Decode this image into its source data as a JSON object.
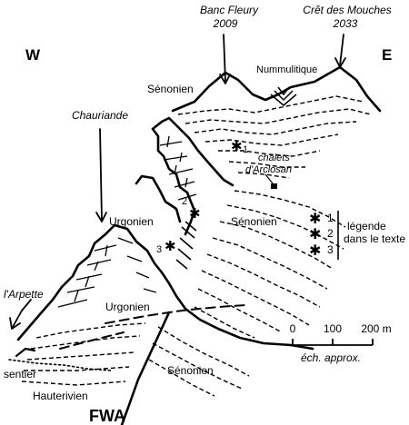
{
  "orientation": {
    "west": "W",
    "east": "E"
  },
  "peaks": [
    {
      "name": "Banc Fleury",
      "elevation": "2009"
    },
    {
      "name": "Crêt des Mouches",
      "elevation": "2033"
    }
  ],
  "units": {
    "senonien_top": "Sénonien",
    "nummulitique": "Nummulitique",
    "urgonien_upper": "Urgonien",
    "senonien_mid": "Sénonien",
    "urgonien_lower": "Urgonien",
    "senonien_bottom": "Sénonien",
    "hauterivien": "Hauterivien"
  },
  "places": {
    "chauriande": "Chauriande",
    "chalets_line1": "chalets",
    "chalets_line2": "d'Arclosan",
    "arpette": "l'Arpette",
    "sentier": "sentier",
    "fault": "FWA"
  },
  "markers": [
    "1",
    "2",
    "3"
  ],
  "legend": {
    "symbol": "✱",
    "items": [
      "1",
      "2",
      "3"
    ],
    "line1": "légende",
    "line2": "dans le texte"
  },
  "scale": {
    "ticks": [
      "0",
      "100",
      "200 m"
    ],
    "caption": "éch. approx."
  }
}
